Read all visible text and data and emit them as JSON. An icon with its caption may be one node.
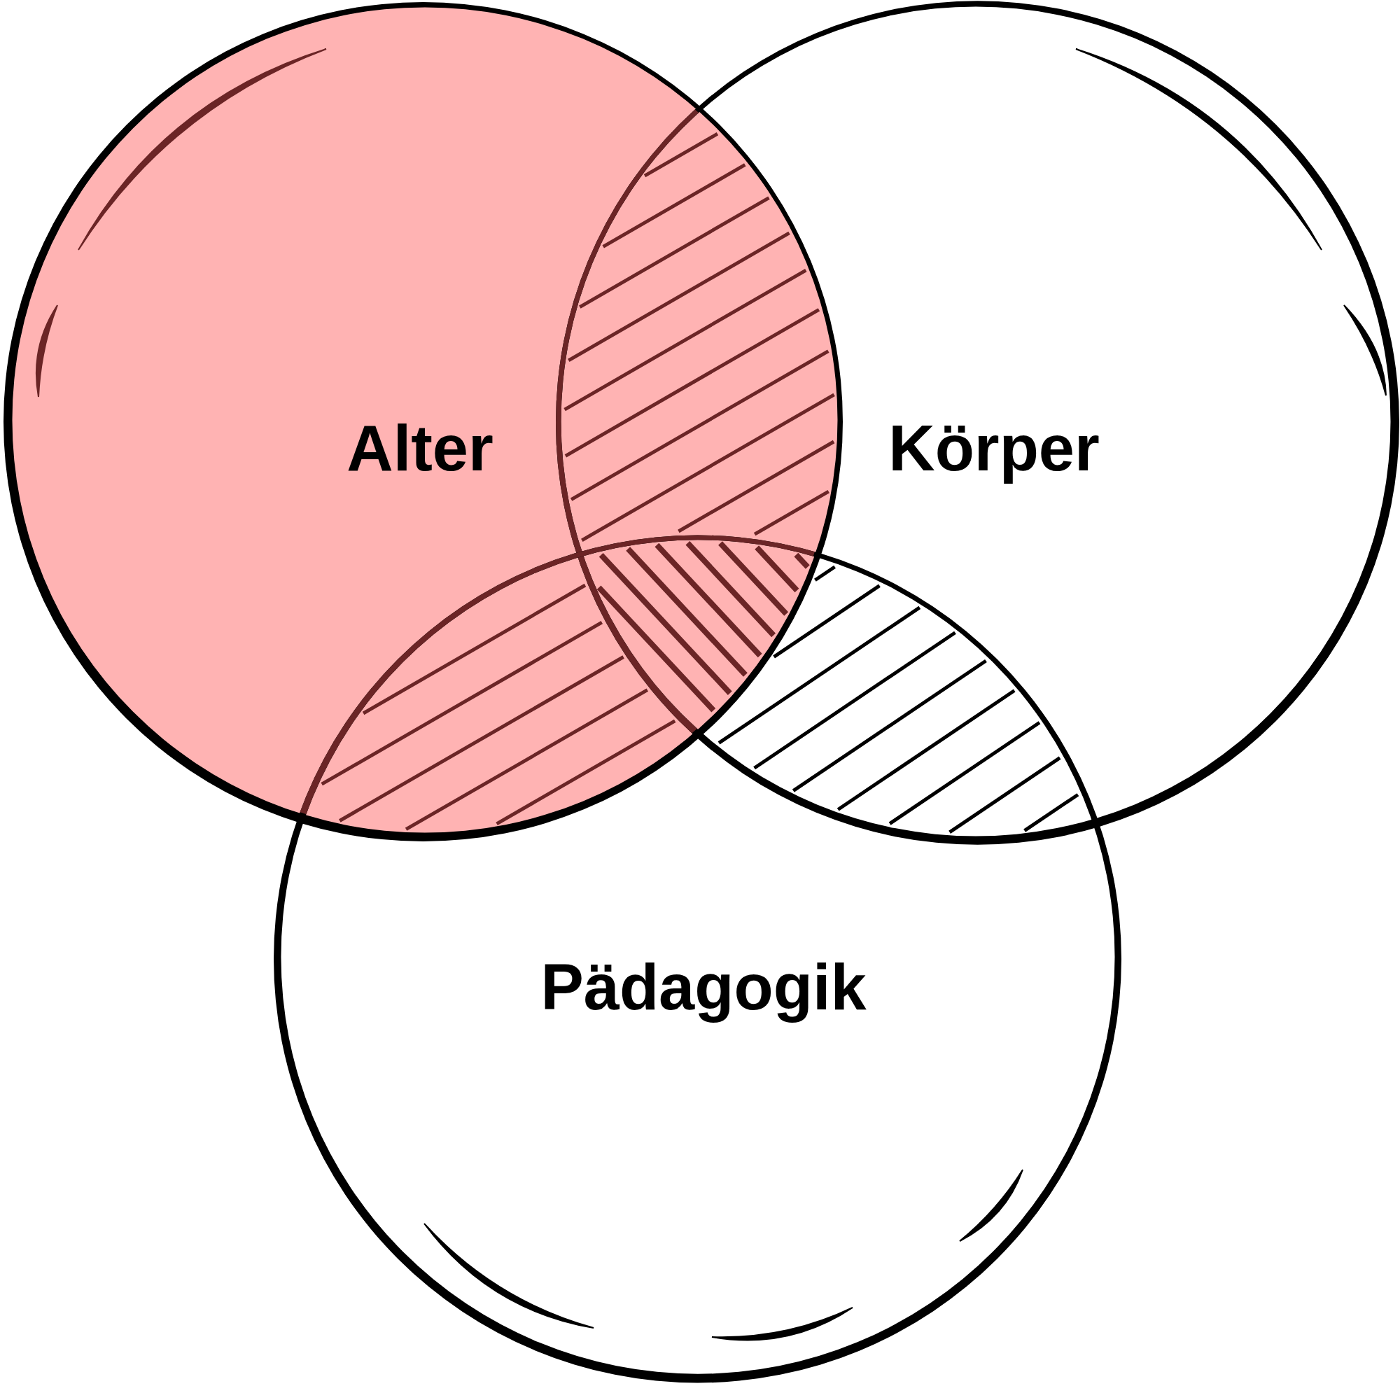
{
  "diagram": {
    "nodes": [
      {
        "text": [
          "Alter"
        ]
      },
      {
        "text": [
          "Körper"
        ]
      },
      {
        "text": [
          "Pädagogik"
        ]
      }
    ]
  }
}
